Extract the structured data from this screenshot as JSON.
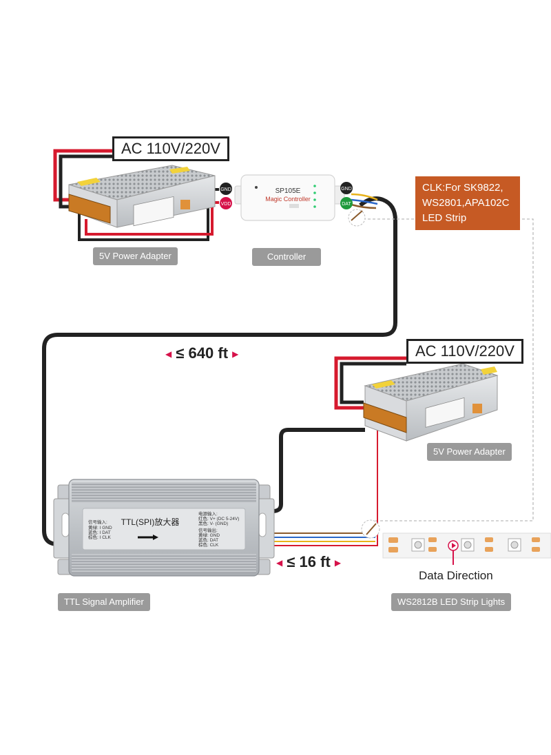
{
  "top_section": {
    "ac_label": "AC 110V/220V",
    "power_adapter_label": "5V Power Adapter",
    "controller_label": "Controller",
    "controller_model": "SP105E",
    "controller_brand": "Magic Controller",
    "terminal_gnd_left": "GND",
    "terminal_vdd": "VDD",
    "terminal_gnd_right": "GND",
    "terminal_dat": "DAT",
    "clk_note": "CLK:For SK9822, WS2801,APA102C LED Strip"
  },
  "distance_long": "≤ 640 ft",
  "distance_short": "≤ 16 ft",
  "bottom_section": {
    "ac_label": "AC 110V/220V",
    "power_adapter_label": "5V Power Adapter",
    "amplifier_title": "TTL(SPI)放大器",
    "amplifier_label": "TTL Signal Amplifier",
    "input_heading": "信号输入:",
    "input_lines": [
      "黄绿: I GND",
      "蓝色: I DAT",
      "棕色: I CLK"
    ],
    "power_heading": "电源输入:",
    "power_lines": [
      "红色: V+ (DC 5-24V)",
      "黑色: V- (GND)"
    ],
    "output_heading": "信号输出:",
    "output_lines": [
      "黄绿: GND",
      "蓝色: DAT",
      "棕色: CLK"
    ],
    "strip_label": "WS2812B LED Strip Lights",
    "data_direction": "Data Direction"
  },
  "colors": {
    "wire_black": "#222222",
    "wire_red": "#d61a2e",
    "accent_red": "#d6124a",
    "clk_box": "#c65a24",
    "tag_gray": "#9a9a9a",
    "terminal_green": "#1f9a3c"
  }
}
